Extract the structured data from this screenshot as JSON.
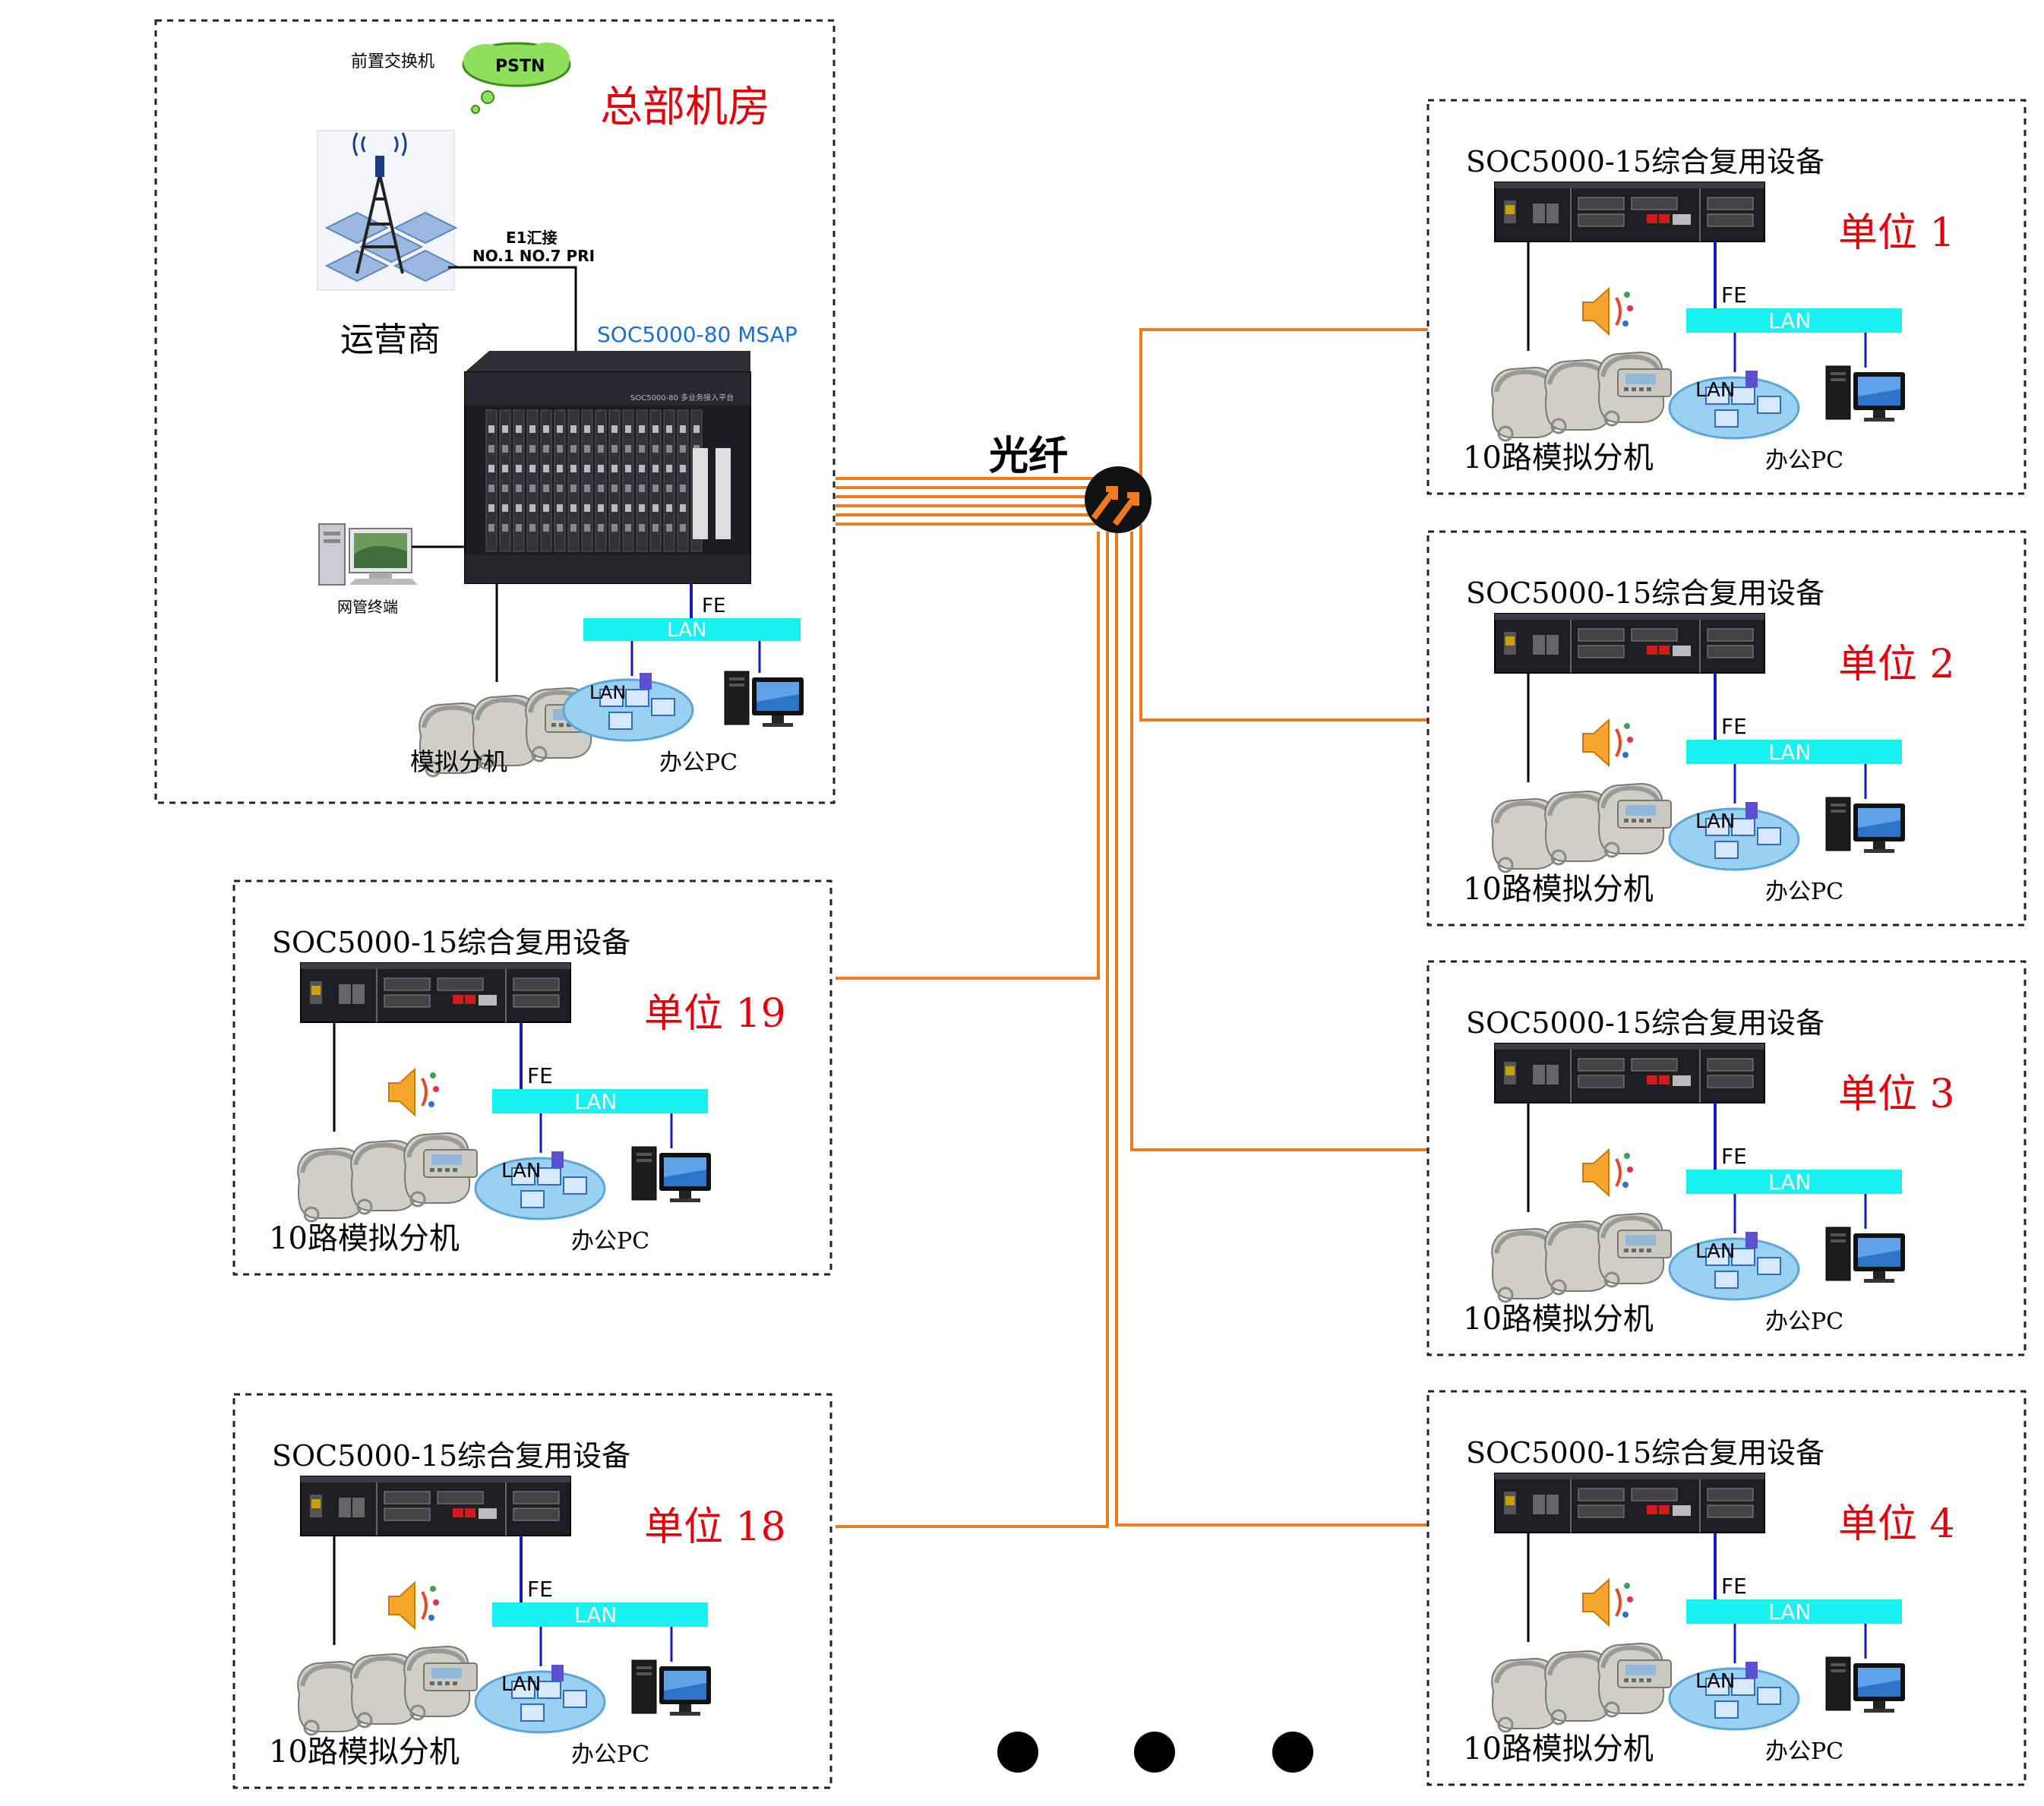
{
  "hq": {
    "title": "总部机房",
    "pstn_label": "PSTN",
    "front_switch_label": "前置交换机",
    "carrier_label": "运营商",
    "e1_line1": "E1汇接",
    "e1_line2": "NO.1 NO.7 PRI",
    "msap_label": "SOC5000-80 MSAP",
    "msap_panel_text": "SOC5000-80 多业务接入平台",
    "nms_label": "网管终端",
    "fe_label": "FE",
    "lan_label": "LAN",
    "phone_label": "模拟分机",
    "pc_label": "办公PC"
  },
  "fiber_label": "光纤",
  "ellipsis": "● ● ●",
  "unit_common": {
    "device_label": "SOC5000-15综合复用设备",
    "fe_label": "FE",
    "lan_label": "LAN",
    "lan_cloud_label": "LAN",
    "phone_label": "10路模拟分机",
    "pc_label": "办公PC"
  },
  "units": [
    {
      "id": "u1",
      "name": "单位  1"
    },
    {
      "id": "u2",
      "name": "单位  2"
    },
    {
      "id": "u3",
      "name": "单位  3"
    },
    {
      "id": "u4",
      "name": "单位  4"
    },
    {
      "id": "u19",
      "name": "单位  19"
    },
    {
      "id": "u18",
      "name": "单位  18"
    }
  ],
  "colors": {
    "fiber": "#f07a1e",
    "lan_bar": "#19f0f0",
    "unit_title": "#e3000b",
    "fe_line": "#1a1ab8",
    "msap_label": "#1a6fd0"
  }
}
